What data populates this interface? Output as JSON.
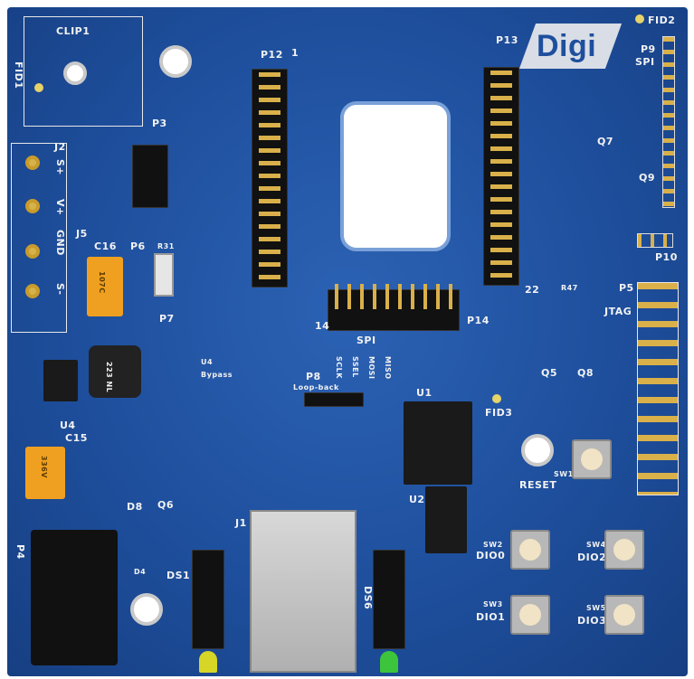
{
  "board": {
    "logo": "Digi",
    "color": "#1e4f9d",
    "silk_color": "#f2f2f2"
  },
  "labels": {
    "clip1": "CLIP1",
    "fid1": "FID1",
    "fid2": "FID2",
    "fid3": "FID3",
    "p12": "P12",
    "p12_pin1": "1",
    "p13": "P13",
    "p13_pin22": "22",
    "p9": "P9",
    "spi_top": "SPI",
    "p3": "P3",
    "j2": "J2",
    "s_plus": "S+",
    "v_plus": "V+",
    "gnd": "GND",
    "j5": "J5",
    "s_minus": "S-",
    "c16": "C16",
    "c16_mark": "107C",
    "p6": "P6",
    "r31": "R31",
    "p7": "P7",
    "u4": "U4",
    "bypass": "Bypass",
    "inductor": "223 NL",
    "c15": "C15",
    "c15_mark": "336V",
    "d8": "D8",
    "q6": "Q6",
    "d4": "D4",
    "p4": "P4",
    "p8": "P8",
    "loopback": "Loop-back",
    "sclk": "SCLK",
    "ssel": "SSEL",
    "mosi": "MOSI",
    "miso": "MISO",
    "spi_p14": "SPI",
    "p14_pin14": "14",
    "p14": "P14",
    "u1": "U1",
    "u2": "U2",
    "j1": "J1",
    "ds1": "DS1",
    "ds6": "DS6",
    "q5": "Q5",
    "q8": "Q8",
    "q7": "Q7",
    "q9": "Q9",
    "r47": "R47",
    "sw1": "SW1",
    "reset": "RESET",
    "p10": "P10",
    "p5": "P5",
    "jtag": "JTAG",
    "sw2": "SW2",
    "dio0": "DIO0",
    "sw4": "SW4",
    "dio2": "DIO2",
    "sw3": "SW3",
    "dio1": "DIO1",
    "sw5": "SW5",
    "dio3": "DIO3"
  }
}
